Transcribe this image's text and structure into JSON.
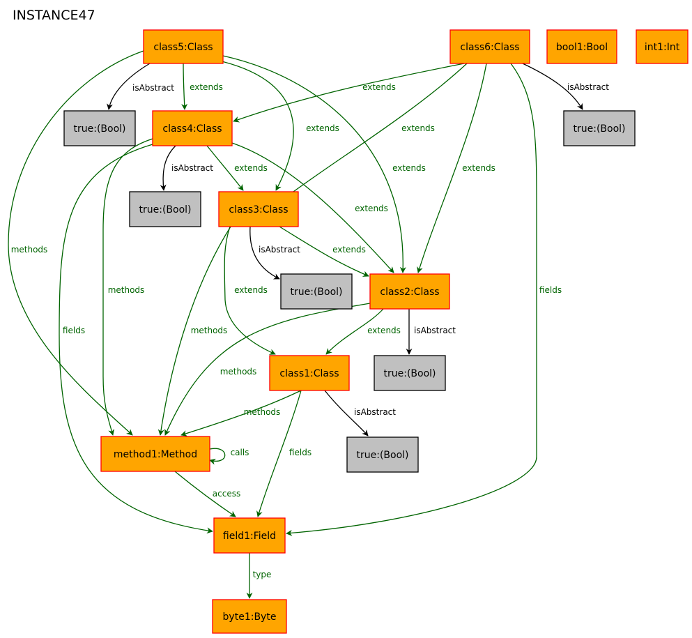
{
  "title": "INSTANCE47",
  "colors": {
    "class_fill": "#ffa500",
    "class_stroke": "#ff0000",
    "bool_fill": "#c0c0c0",
    "bool_stroke": "#000000",
    "edge_ref": "#006400",
    "edge_attr": "#000000"
  },
  "nodes": [
    {
      "id": "class5",
      "label": "class5:Class",
      "kind": "object"
    },
    {
      "id": "class6",
      "label": "class6:Class",
      "kind": "object"
    },
    {
      "id": "bool1",
      "label": "bool1:Bool",
      "kind": "object"
    },
    {
      "id": "int1",
      "label": "int1:Int",
      "kind": "object"
    },
    {
      "id": "t5",
      "label": "true:(Bool)",
      "kind": "value"
    },
    {
      "id": "class4",
      "label": "class4:Class",
      "kind": "object"
    },
    {
      "id": "t6",
      "label": "true:(Bool)",
      "kind": "value"
    },
    {
      "id": "t4",
      "label": "true:(Bool)",
      "kind": "value"
    },
    {
      "id": "class3",
      "label": "class3:Class",
      "kind": "object"
    },
    {
      "id": "t3",
      "label": "true:(Bool)",
      "kind": "value"
    },
    {
      "id": "class2",
      "label": "class2:Class",
      "kind": "object"
    },
    {
      "id": "t2",
      "label": "true:(Bool)",
      "kind": "value"
    },
    {
      "id": "class1",
      "label": "class1:Class",
      "kind": "object"
    },
    {
      "id": "t1",
      "label": "true:(Bool)",
      "kind": "value"
    },
    {
      "id": "method1",
      "label": "method1:Method",
      "kind": "object"
    },
    {
      "id": "field1",
      "label": "field1:Field",
      "kind": "object"
    },
    {
      "id": "byte1",
      "label": "byte1:Byte",
      "kind": "object"
    }
  ],
  "edges": [
    {
      "from": "class5",
      "to": "t5",
      "label": "isAbstract",
      "kind": "attr"
    },
    {
      "from": "class5",
      "to": "class4",
      "label": "extends",
      "kind": "ref"
    },
    {
      "from": "class5",
      "to": "class3",
      "label": "extends",
      "kind": "ref"
    },
    {
      "from": "class5",
      "to": "class2",
      "label": "extends",
      "kind": "ref"
    },
    {
      "from": "class5",
      "to": "method1",
      "label": "methods",
      "kind": "ref"
    },
    {
      "from": "class6",
      "to": "class4",
      "label": "extends",
      "kind": "ref"
    },
    {
      "from": "class6",
      "to": "class3",
      "label": "extends",
      "kind": "ref"
    },
    {
      "from": "class6",
      "to": "class2",
      "label": "extends",
      "kind": "ref"
    },
    {
      "from": "class6",
      "to": "t6",
      "label": "isAbstract",
      "kind": "attr"
    },
    {
      "from": "class6",
      "to": "field1",
      "label": "fields",
      "kind": "ref"
    },
    {
      "from": "class4",
      "to": "t4",
      "label": "isAbstract",
      "kind": "attr"
    },
    {
      "from": "class4",
      "to": "class3",
      "label": "extends",
      "kind": "ref"
    },
    {
      "from": "class4",
      "to": "class2",
      "label": "extends",
      "kind": "ref"
    },
    {
      "from": "class4",
      "to": "method1",
      "label": "methods",
      "kind": "ref"
    },
    {
      "from": "class4",
      "to": "field1",
      "label": "fields",
      "kind": "ref"
    },
    {
      "from": "class3",
      "to": "t3",
      "label": "isAbstract",
      "kind": "attr"
    },
    {
      "from": "class3",
      "to": "class2",
      "label": "extends",
      "kind": "ref"
    },
    {
      "from": "class3",
      "to": "class1",
      "label": "extends",
      "kind": "ref"
    },
    {
      "from": "class3",
      "to": "method1",
      "label": "methods",
      "kind": "ref"
    },
    {
      "from": "class2",
      "to": "t2",
      "label": "isAbstract",
      "kind": "attr"
    },
    {
      "from": "class2",
      "to": "class1",
      "label": "extends",
      "kind": "ref"
    },
    {
      "from": "class2",
      "to": "method1",
      "label": "methods",
      "kind": "ref"
    },
    {
      "from": "class1",
      "to": "method1",
      "label": "methods",
      "kind": "ref"
    },
    {
      "from": "class1",
      "to": "t1",
      "label": "isAbstract",
      "kind": "attr"
    },
    {
      "from": "class1",
      "to": "field1",
      "label": "fields",
      "kind": "ref"
    },
    {
      "from": "method1",
      "to": "method1",
      "label": "calls",
      "kind": "ref"
    },
    {
      "from": "method1",
      "to": "field1",
      "label": "access",
      "kind": "ref"
    },
    {
      "from": "field1",
      "to": "byte1",
      "label": "type",
      "kind": "ref"
    }
  ]
}
